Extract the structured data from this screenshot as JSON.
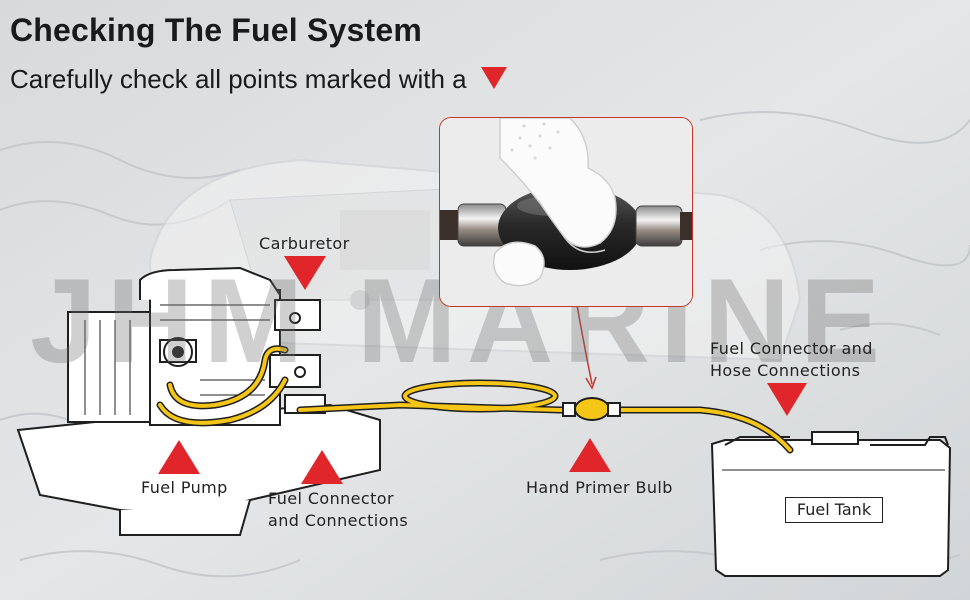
{
  "header": {
    "title": "Checking The Fuel System",
    "subtitle": "Carefully check all points marked with a"
  },
  "watermark": "JHM MARINE",
  "labels": {
    "carburetor": "Carburetor",
    "fuel_pump": "Fuel Pump",
    "fuel_connector_line1": "Fuel Connector",
    "fuel_connector_line2": "and Connections",
    "hand_primer_bulb": "Hand Primer Bulb",
    "tank_connector_line1": "Fuel Connector and",
    "tank_connector_line2": "Hose Connections",
    "fuel_tank": "Fuel Tank"
  },
  "colors": {
    "marker": "#e1262b",
    "fuel_line": "#f5c518",
    "inset_border": "#c0392b"
  },
  "icons": [
    "warning-triangle-marker",
    "primer-bulb-photo",
    "outboard-engine-drawing",
    "fuel-tank-drawing"
  ]
}
